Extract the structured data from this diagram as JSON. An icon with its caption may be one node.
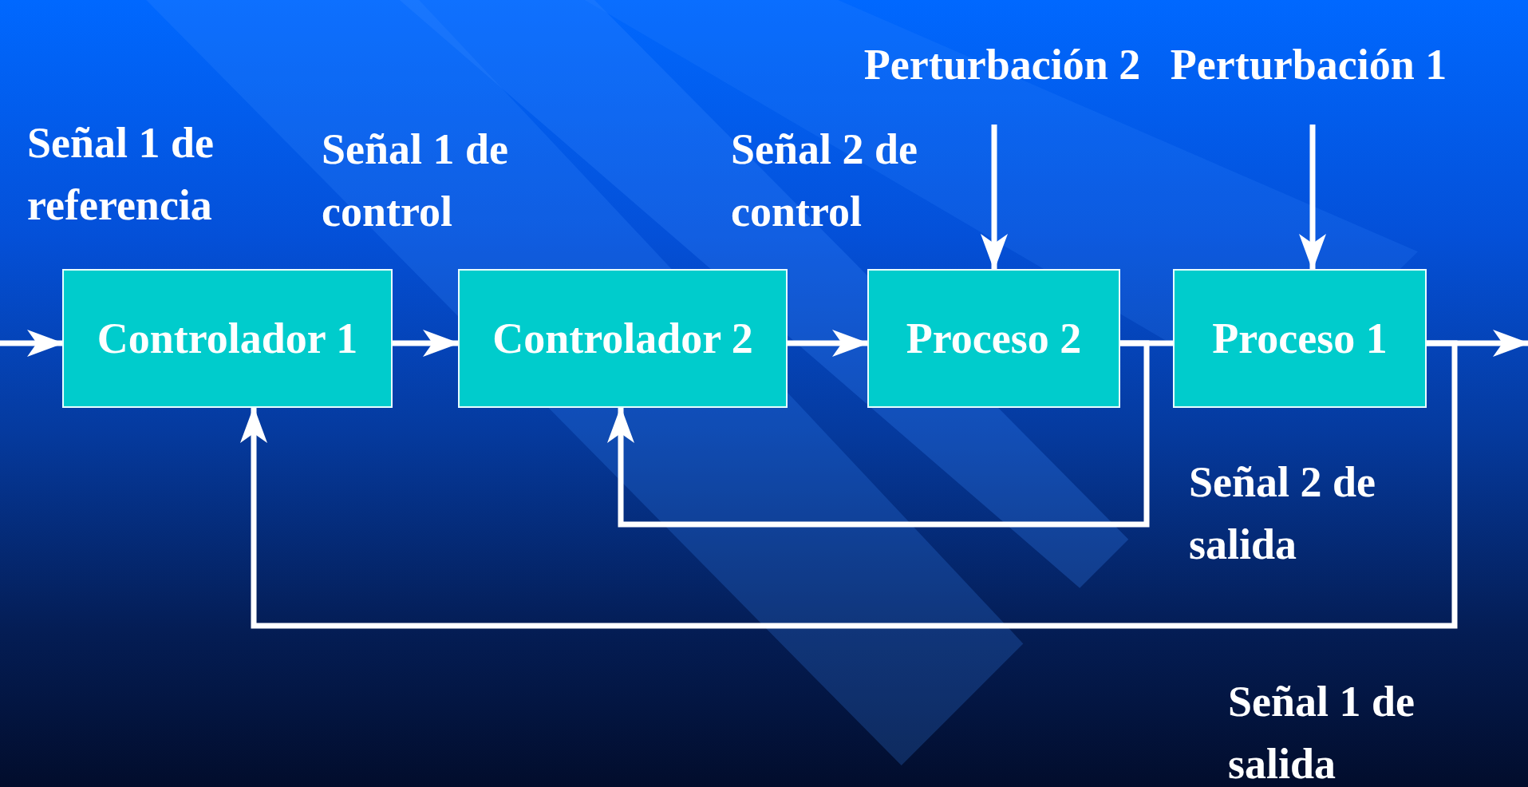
{
  "diagram": {
    "nodes": [
      {
        "text": [
          "Controlador 1"
        ]
      },
      {
        "text": [
          "Controlador 2"
        ]
      },
      {
        "text": [
          "Proceso 2"
        ]
      },
      {
        "text": [
          "Proceso 1"
        ]
      },
      {
        "text": [
          "Perturbación 2"
        ]
      },
      {
        "text": [
          "Perturbación 1"
        ]
      }
    ],
    "edges": [
      {
        "from": null,
        "to": 0,
        "arrow": "to"
      },
      {
        "from": 0,
        "to": 1,
        "arrow": "to"
      },
      {
        "from": 1,
        "to": 2,
        "arrow": "to"
      },
      {
        "from": 2,
        "to": 3,
        "arrow": "none"
      },
      {
        "from": 3,
        "to": null,
        "arrow": "to"
      },
      {
        "from": 4,
        "to": 2,
        "arrow": "to"
      },
      {
        "from": 5,
        "to": 3,
        "arrow": "to"
      },
      {
        "from": 2,
        "to": 1,
        "arrow": "to"
      },
      {
        "from": 3,
        "to": 0,
        "arrow": "to"
      }
    ],
    "labels": [
      "Señal 1 de referencia",
      "Señal 1 de control",
      "Señal 2 de control",
      "Señal 2 de salida",
      "Señal 1 de salida"
    ]
  }
}
